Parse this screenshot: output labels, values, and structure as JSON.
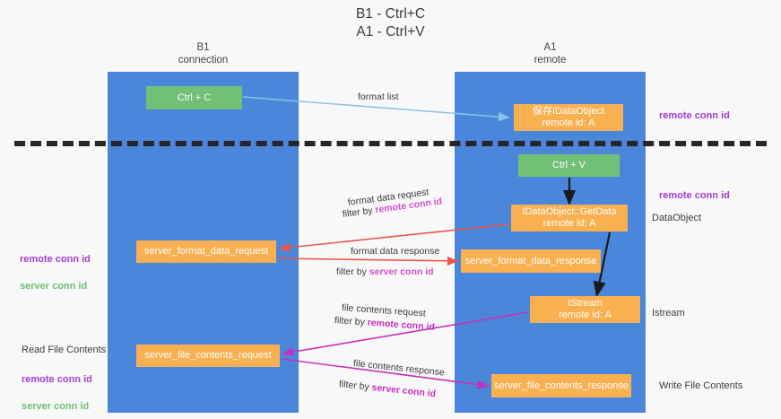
{
  "title": "B1 - Ctrl+C\nA1 - Ctrl+V",
  "lanes": {
    "left": {
      "head": "B1\nconnection"
    },
    "right": {
      "head": "A1\nremote"
    }
  },
  "boxes": {
    "ctrl_c": "Ctrl + C",
    "save_idataobject": "保存IDataObject\nremote id: A",
    "ctrl_v": "Ctrl + V",
    "getdata": "IDataObject::GetData\nremote id: A",
    "server_format_data_request": "server_format_data_request",
    "server_format_data_response": "server_format_data_response",
    "istream": "IStream\nremote id: A",
    "server_file_contents_request": "server_file_contents_request",
    "server_file_contents_response": "server_file_contents_response"
  },
  "annotations": {
    "remote_conn_id_top": "remote conn id",
    "remote_conn_id_mid": "remote conn id",
    "dataobject": "DataObject",
    "istream": "Istream",
    "write_file_contents": "Write File Contents",
    "read_file_contents": "Read File Contents",
    "remote_conn_id": "remote conn id",
    "server_conn_id": "server conn id"
  },
  "edges": {
    "format_list": "format list",
    "format_data_request": "format data request",
    "format_data_request_filter_prefix": "filter by ",
    "format_data_request_filter_key": "remote conn id",
    "format_data_response": "format data response",
    "format_data_response_filter_prefix": "filter by ",
    "format_data_response_filter_key": "server conn id",
    "file_contents_request": "file contents request",
    "file_contents_request_filter_prefix": "filter by ",
    "file_contents_request_filter_key": "remote conn id",
    "file_contents_response": "file contents response",
    "file_contents_response_filter_prefix": "filter by ",
    "file_contents_response_filter_key": "server conn id"
  },
  "colors": {
    "lane": "#4a86d9",
    "green_box": "#72c077",
    "orange_box": "#f9b050",
    "remote_conn": "#a33dd1",
    "server_conn": "#6fbf73",
    "arrow_blue": "#8dc2ea",
    "arrow_red": "#e8584a",
    "arrow_magenta": "#c92fbf",
    "arrow_black": "#1a1a1a",
    "background": "#f8f8f8"
  }
}
